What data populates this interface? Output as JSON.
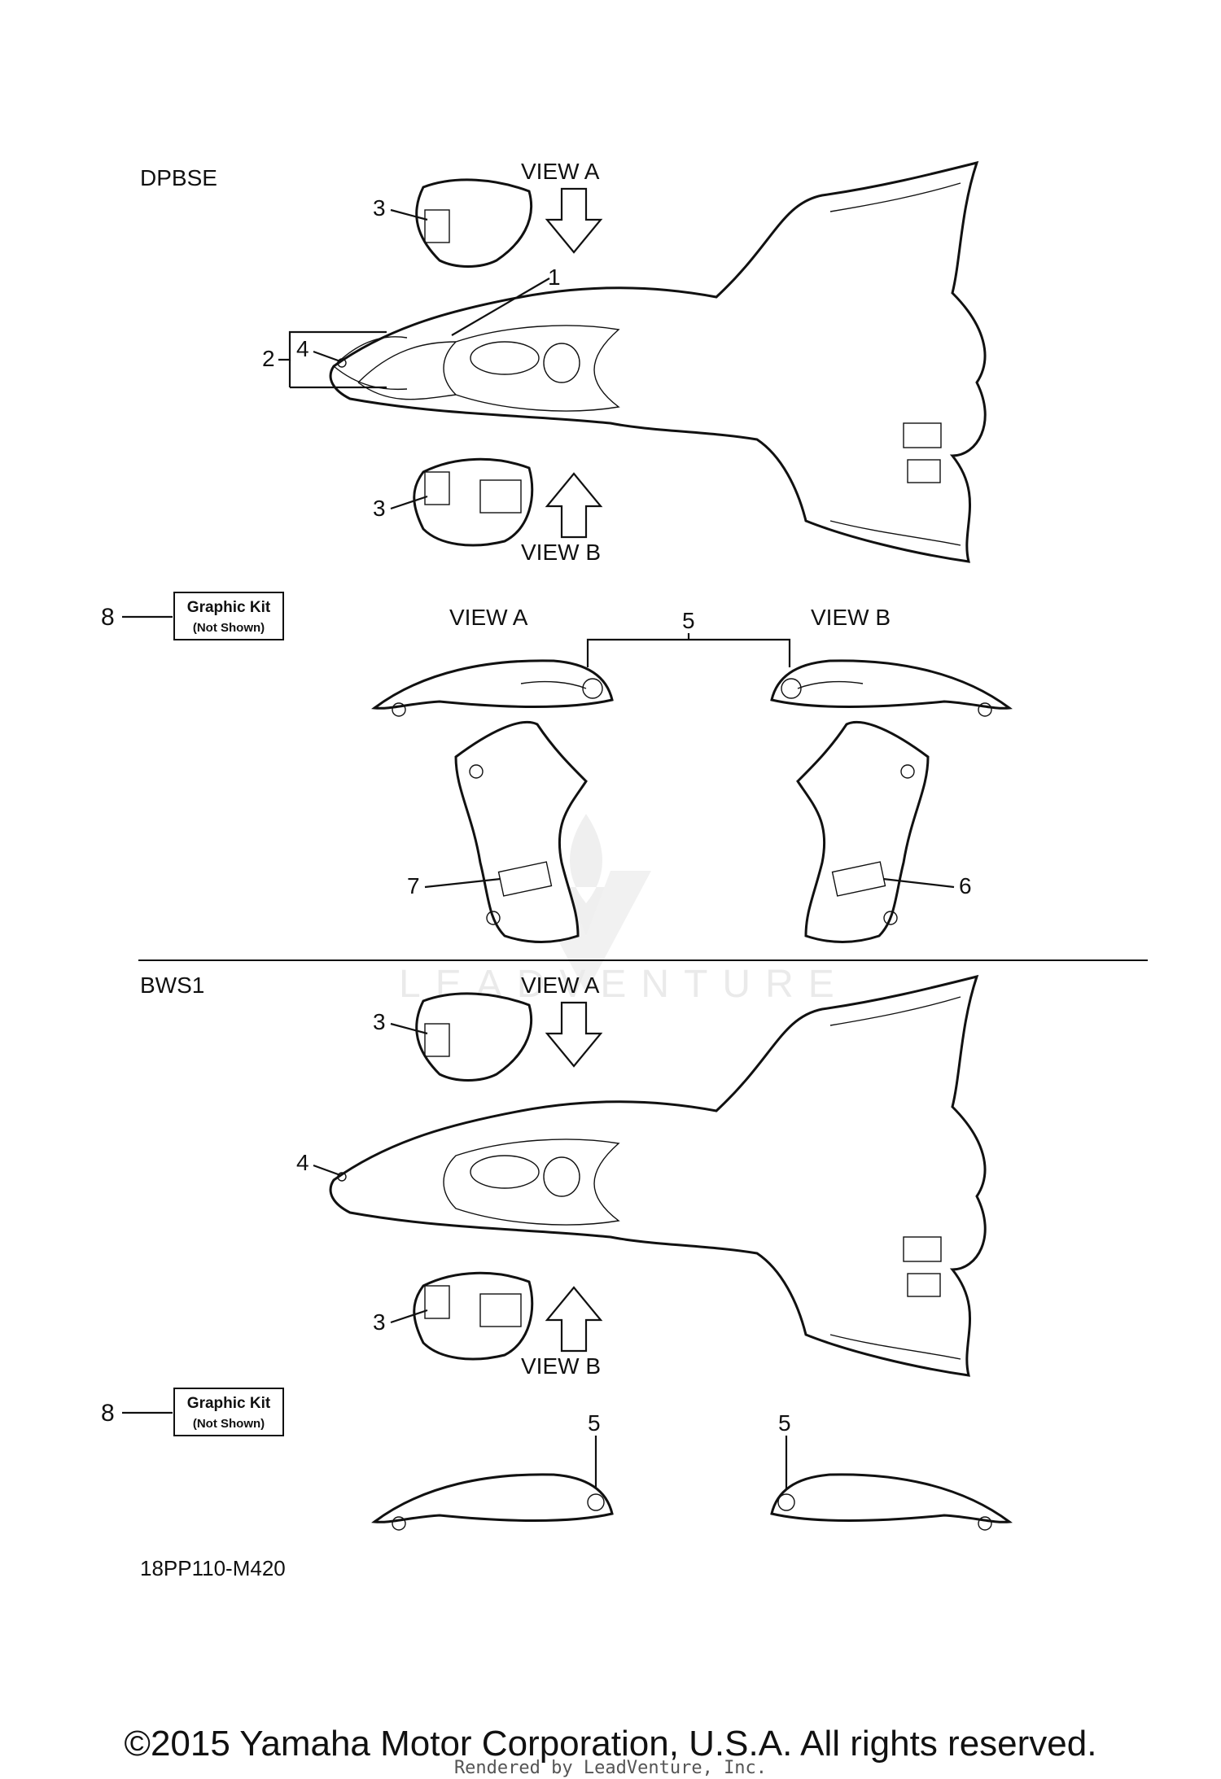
{
  "diagram": {
    "top_section": {
      "model": "DPBSE",
      "view_a": "VIEW A",
      "view_b": "VIEW B",
      "callouts": [
        "1",
        "2",
        "3",
        "3",
        "4"
      ],
      "lower_view_a": "VIEW A",
      "lower_view_b": "VIEW B",
      "callout_5": "5",
      "callout_6": "6",
      "callout_7": "7"
    },
    "graphic_kit": {
      "number": "8",
      "title": "Graphic Kit",
      "note": "(Not Shown)"
    },
    "bottom_section": {
      "model": "BWS1",
      "view_a": "VIEW A",
      "view_b": "VIEW B",
      "callouts": [
        "3",
        "3",
        "4"
      ],
      "callout_5_left": "5",
      "callout_5_right": "5"
    },
    "part_code": "18PP110-M420",
    "watermark": "LEADVENTURE"
  },
  "footer": {
    "copyright": "©2015 Yamaha Motor Corporation, U.S.A. All rights reserved.",
    "rendered_by": "Rendered by LeadVenture, Inc."
  }
}
